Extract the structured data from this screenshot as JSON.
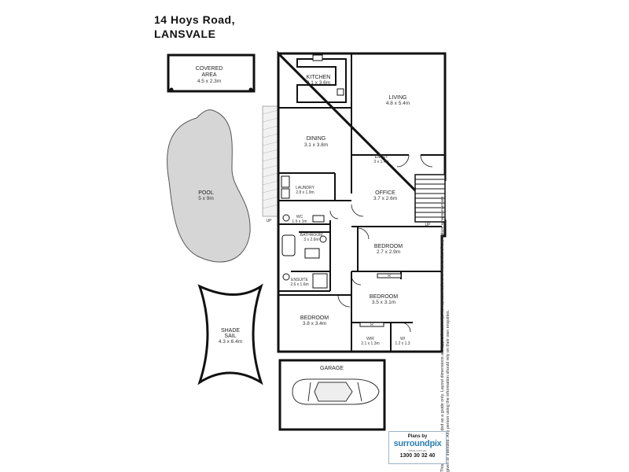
{
  "header": {
    "address_line1": "14 Hoys Road,",
    "address_line2": "LANSVALE"
  },
  "rooms": {
    "covered": {
      "name": "COVERED\nAREA",
      "dim": "4.5 x 2.3m"
    },
    "kitchen": {
      "name": "KITCHEN",
      "dim": "3.1 x 3.6m"
    },
    "living": {
      "name": "LIVING",
      "dim": "4.8 x 5.4m"
    },
    "dining": {
      "name": "DINING",
      "dim": "3.1 x 3.8m"
    },
    "entry": {
      "name": "ENTRY",
      "dim": "3 x 1.4m"
    },
    "laundry": {
      "name": "LAUNDRY",
      "dim": "2.8 x 1.9m"
    },
    "office": {
      "name": "OFFICE",
      "dim": "3.7 x 2.6m"
    },
    "wc": {
      "name": "WC",
      "dim": "1.5 x 1m"
    },
    "bathroom": {
      "name": "BATHROOM",
      "dim": "3 x 2.6m"
    },
    "bedroom1": {
      "name": "BEDROOM",
      "dim": "2.7 x 2.9m"
    },
    "ensuite": {
      "name": "ENSUITE",
      "dim": "2.6 x 1.6m"
    },
    "bedroom2": {
      "name": "BEDROOM",
      "dim": "3.5 x 3.1m"
    },
    "bedroom3": {
      "name": "BEDROOM",
      "dim": "3.8 x 3.4m"
    },
    "wir": {
      "name": "WIR",
      "dim": "2.1 x 1.3m"
    },
    "wi": {
      "name": "WI",
      "dim": "1.2 x 1.3"
    },
    "pool": {
      "name": "POOL",
      "dim": "5 x 9m"
    },
    "shade": {
      "name": "SHADE\nSAIL",
      "dim": "4.3 x 6.4m"
    },
    "garage": {
      "name": "GARAGE"
    }
  },
  "markers": {
    "up": "UP",
    "robe": "R"
  },
  "disclaimer": "This floor plan is intended as a guide only. Layout dimensions are approximate only. No representations or warranties of any nature whatsoever are given or intended. Any person using the information should rely on their own enquiries.",
  "brand": {
    "plans_by": "Plans by",
    "name": "surroundpix",
    "sub": "fotos.com.au",
    "phone": "1300 30 32 40"
  }
}
